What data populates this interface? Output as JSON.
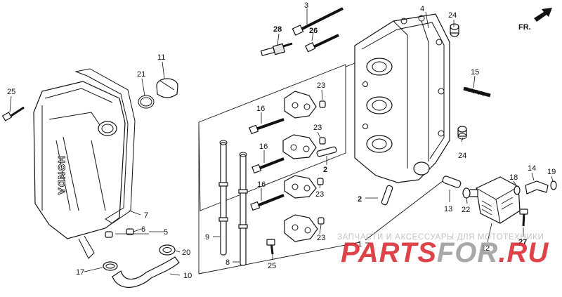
{
  "diagram": {
    "direction_marker": "FR.",
    "brand_embossing": "HONDA",
    "callouts": [
      {
        "id": "c1",
        "text": "1"
      },
      {
        "id": "c2a",
        "text": "2"
      },
      {
        "id": "c2b",
        "text": "2"
      },
      {
        "id": "c3",
        "text": "3"
      },
      {
        "id": "c4",
        "text": "4"
      },
      {
        "id": "c5",
        "text": "5"
      },
      {
        "id": "c6",
        "text": "6"
      },
      {
        "id": "c7",
        "text": "7"
      },
      {
        "id": "c8",
        "text": "8"
      },
      {
        "id": "c9",
        "text": "9"
      },
      {
        "id": "c10",
        "text": "10"
      },
      {
        "id": "c11",
        "text": "11"
      },
      {
        "id": "c12",
        "text": "12"
      },
      {
        "id": "c13",
        "text": "13"
      },
      {
        "id": "c14",
        "text": "14"
      },
      {
        "id": "c15",
        "text": "15"
      },
      {
        "id": "c16a",
        "text": "16"
      },
      {
        "id": "c16b",
        "text": "16"
      },
      {
        "id": "c16c",
        "text": "16"
      },
      {
        "id": "c17",
        "text": "17"
      },
      {
        "id": "c18",
        "text": "18"
      },
      {
        "id": "c19",
        "text": "19"
      },
      {
        "id": "c20",
        "text": "20"
      },
      {
        "id": "c21",
        "text": "21"
      },
      {
        "id": "c22",
        "text": "22"
      },
      {
        "id": "c23a",
        "text": "23"
      },
      {
        "id": "c23b",
        "text": "23"
      },
      {
        "id": "c23c",
        "text": "23"
      },
      {
        "id": "c23d",
        "text": "23"
      },
      {
        "id": "c24a",
        "text": "24"
      },
      {
        "id": "c24b",
        "text": "24"
      },
      {
        "id": "c25a",
        "text": "25"
      },
      {
        "id": "c25b",
        "text": "25"
      },
      {
        "id": "c26",
        "text": "26"
      },
      {
        "id": "c27",
        "text": "27"
      },
      {
        "id": "c28",
        "text": "28"
      }
    ]
  },
  "watermark": {
    "tagline": "ЗАПЧАСТИ И АКСЕССУАРЫ ДЛЯ МОТОТЕХНИКИ",
    "logo_part1": "PARTS",
    "logo_part2": "FOR",
    "logo_part3": ".RU",
    "colors": {
      "red": "#d8232a",
      "gray": "#9a9a9a"
    }
  }
}
